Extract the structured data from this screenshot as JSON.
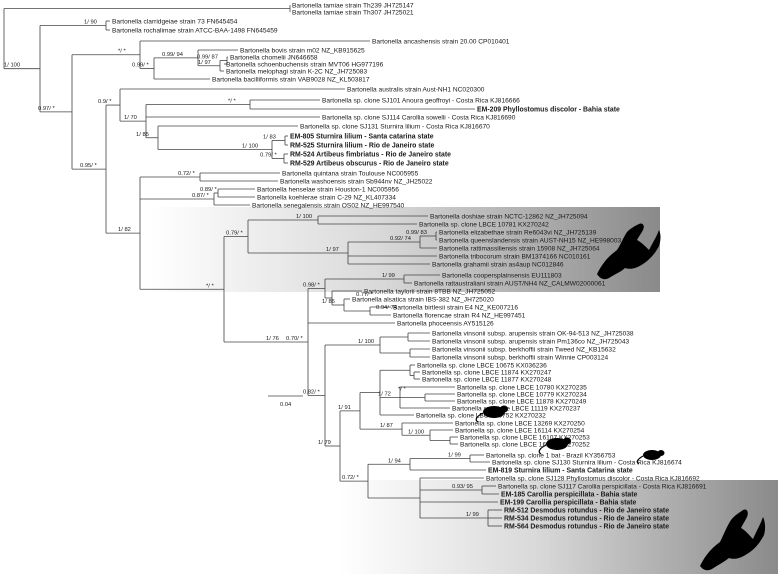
{
  "tree": {
    "branch_color": "#444444",
    "highlight_color": "#8a8a8a",
    "outgroup": [
      {
        "id": "tamiae1",
        "label": "Bartonella tamiae strain Th239 JH725147"
      },
      {
        "id": "tamiae2",
        "label": "Bartonella tamiae strain Th307 JH725021"
      }
    ],
    "taxa": [
      {
        "id": "t1",
        "label": "Bartonella clarridgeiae strain 73 FN645454"
      },
      {
        "id": "t2",
        "label": "Bartonella rochalimae strain ATCC-BAA-1498 FN645459"
      },
      {
        "id": "t3",
        "label": "Bartonella ancashensis strain 20.00 CP010401"
      },
      {
        "id": "t4",
        "label": "Bartonella bovis strain m02 NZ_KB915625"
      },
      {
        "id": "t5",
        "label": "Bartonella chomelii JN646658"
      },
      {
        "id": "t6",
        "label": "Bartonella schoenbuchensis strain MVT06 HG977196"
      },
      {
        "id": "t7",
        "label": "Bartonella melophagi strain K-2C NZ_JH725083"
      },
      {
        "id": "t8",
        "label": "Bartonella bacilliformis strain VAB9028 NZ_KL503817"
      },
      {
        "id": "t9",
        "label": "Bartonella australis strain Aust-NH1 NC020300"
      },
      {
        "id": "t10",
        "label": "Bartonella sp. clone SJ101 Anoura geoffroyi - Costa Rica  KJ816666"
      },
      {
        "id": "t11",
        "label": "EM-209 Phyllostomus discolor - Bahia state",
        "bold": true
      },
      {
        "id": "t12",
        "label": "Bartonella sp. clone SJ114 Carollia sowelli - Costa Rica  KJ816690"
      },
      {
        "id": "t13",
        "label": "Bartonella sp. clone SJ131 Sturnira lilium - Costa Rica  KJ816670"
      },
      {
        "id": "t14",
        "label": "EM-805 Sturnira lilium - Santa catarina state",
        "bold": true
      },
      {
        "id": "t15",
        "label": "RM-525 Sturnira lilium - Rio de Janeiro state",
        "bold": true
      },
      {
        "id": "t16",
        "label": "RM-524 Artibeus fimbriatus - Rio de Janeiro state",
        "bold": true
      },
      {
        "id": "t17",
        "label": "RM-529 Artibeus obscurus - Rio de Janeiro state",
        "bold": true
      },
      {
        "id": "t18",
        "label": "Bartonella quintana strain Toulouse NC005955"
      },
      {
        "id": "t19",
        "label": "Bartonella washoensis strain Sb944nv NZ_JH25022"
      },
      {
        "id": "t20",
        "label": "Bartonella henselae strain Houston-1 NC005956"
      },
      {
        "id": "t21",
        "label": "Bartonella koehlerae strain C-29 NZ_KL407334"
      },
      {
        "id": "t22",
        "label": "Bartonella senegalensis strain OS02 NZ_HE997540"
      },
      {
        "id": "t23",
        "label": "Bartonella doshiae strain NCTC-12862 NZ_JH725094"
      },
      {
        "id": "t24",
        "label": "Bartonella sp. clone LBCE 10781 KX270242"
      },
      {
        "id": "t25",
        "label": "Bartonella elizabethae strain Re6043vi NZ_JH725139"
      },
      {
        "id": "t26",
        "label": "Bartonella queenslandensis strain AUST-NH15 NZ_HE998003"
      },
      {
        "id": "t27",
        "label": "Bartonella rattimassiliensis strain 15908 NZ_JH725064"
      },
      {
        "id": "t28",
        "label": "Bartonella tribocorum strain BM1374166 NC010161"
      },
      {
        "id": "t29",
        "label": "Bartonella grahamii strain as4aup NC012846"
      },
      {
        "id": "t30",
        "label": "Bartonella  coopersplainsensis  EU111803"
      },
      {
        "id": "t31",
        "label": "Bartonella rattaustraliani strain AUST/NH4 NZ_CALMW02000061"
      },
      {
        "id": "t32",
        "label": "Bartonella taylorii strain 8TBB NZ_JH725052"
      },
      {
        "id": "t33",
        "label": "Bartonella alsatica strain IBS-382 NZ_JH725020"
      },
      {
        "id": "t34",
        "label": "Bartonella birtlesii strain E4 NZ_KE007216"
      },
      {
        "id": "t35",
        "label": "Bartonella florencae strain R4 NZ_HE997451"
      },
      {
        "id": "t36",
        "label": "Bartonella  phoceensis  AY515126"
      },
      {
        "id": "t37",
        "label": "Bartonella vinsonii subsp. arupensis strain OK-94-513 NZ_JH725038"
      },
      {
        "id": "t38",
        "label": "Bartonella vinsonii subsp. arupensis strain Pm136co NZ_JH725043"
      },
      {
        "id": "t39",
        "label": "Bartonella vinsonii subsp. berkhoffii strain Tweed NZ_KB15632"
      },
      {
        "id": "t40",
        "label": "Bartonella vinsonii subsp. berkhoffii strain Winnie CP003124"
      },
      {
        "id": "t41",
        "label": "Bartonella sp. clone LBCE 10675 KX036236"
      },
      {
        "id": "t42",
        "label": "Bartonella sp. clone LBCE 11874 KX270247"
      },
      {
        "id": "t43",
        "label": "Bartonella sp. clone LBCE 11877 KX270248"
      },
      {
        "id": "t44",
        "label": "Bartonella sp. clone LBCE 10780 KX270235"
      },
      {
        "id": "t45",
        "label": "Bartonella sp. clone LBCE 10779 KX270234"
      },
      {
        "id": "t46",
        "label": "Bartonella sp. clone LBCE 11878 KX270249"
      },
      {
        "id": "t47",
        "label": "Bartonella sp. clone LBCE 11119 KX270237"
      },
      {
        "id": "t48",
        "label": "Bartonella sp. clone LBCE 10752 KX270232"
      },
      {
        "id": "t49",
        "label": "Bartonella sp. clone LBCE 13269 KX270250"
      },
      {
        "id": "t50",
        "label": "Bartonella sp. clone LBCE 16114 KX270254"
      },
      {
        "id": "t51",
        "label": "Bartonella sp. clone LBCE 16107 KX270253"
      },
      {
        "id": "t52",
        "label": "Bartonella sp. clone LBCE 16102 KX270252"
      },
      {
        "id": "t53",
        "label": "Bartonella sp. clone 1 bat - Brazil KY356753"
      },
      {
        "id": "t54",
        "label": "Bartonella sp. clone SJ130 Sturnira lilium - Costa Rica KJ816674"
      },
      {
        "id": "t55",
        "label": "EM-819 Sturnira lilium - Santa Catarina state",
        "bold": true
      },
      {
        "id": "t56",
        "label": "Bartonella sp. clone SJ128 Phyllostomus discolor - Costa Rica KJ816692"
      },
      {
        "id": "t57",
        "label": "Bartonella sp. clone SJ117 Carollia perspicillata - Costa Rica KJ816691"
      },
      {
        "id": "t58",
        "label": "EM-185 Carollia perspicillata - Bahia state",
        "bold": true
      },
      {
        "id": "t59",
        "label": "EM-199 Carollia perspicillata - Bahia state",
        "bold": true
      },
      {
        "id": "t60",
        "label": "RM-512 Desmodus rotundus - Rio de Janeiro state",
        "bold": true
      },
      {
        "id": "t61",
        "label": "RM-534 Desmodus rotundus - Rio de Janeiro state",
        "bold": true
      },
      {
        "id": "t62",
        "label": "RM-564 Desmodus rotundus - Rio de Janeiro state",
        "bold": true
      }
    ],
    "supports": {
      "s_root": "1/ 100",
      "s_clar": "1/ 90",
      "s_097": "0.97/ *",
      "s_star_top": "*/ *",
      "s_099": "0.99/ *",
      "s_09994": "0.99/ 94",
      "s_197": "1/ 97",
      "s_09987": "0.99/ 87",
      "s_09": "0.9/ *",
      "s_star_bat1": "*/ *",
      "s_199a": "1/ 99",
      "s_170": "1/ 70",
      "s_185": "1/ 85",
      "s_183": "1/ 83",
      "s_1100a": "1/ 100",
      "s_079": "0.79/ *",
      "s_095": "0.95/ *",
      "s_072a": "0.72/ *",
      "s_089": "0.89/ *",
      "s_087": "0.87/ *",
      "s_182": "1/ 82",
      "s_star_mid": "*/ *",
      "s_1100b": "1/ 100",
      "s_079b": "0.79/ *",
      "s_09983": "0.99/ 83",
      "s_09274": "0.92/ 74",
      "s_197b": "1/ 97",
      "s_176": "1/ 76",
      "s_199b": "1/ 99",
      "s_098": "0.98/ *",
      "s_077": "0.77/ *",
      "s_185b": "1/ 85",
      "s_09474": "0.94/ 74",
      "s_070": "0.70/ *",
      "s_082": "0.82/ *",
      "s_1100c": "1/ 100",
      "s_star_rod": "*/ *",
      "s_172": "1/ 72",
      "s_191": "1/ 91",
      "s_187": "1/ 87",
      "s_1100d": "1/ 100",
      "s_179": "1/ 79",
      "s_194": "1/ 94",
      "s_199c": "1/ 99",
      "s_072b": "0.72/ *",
      "s_09395": "0.93/ 95",
      "s_199d": "1/ 99"
    },
    "scale_bar": "0.04",
    "icons": [
      "bat-icon",
      "rodent-icon",
      "rodent-icon",
      "rodent-icon",
      "bat-icon"
    ]
  }
}
